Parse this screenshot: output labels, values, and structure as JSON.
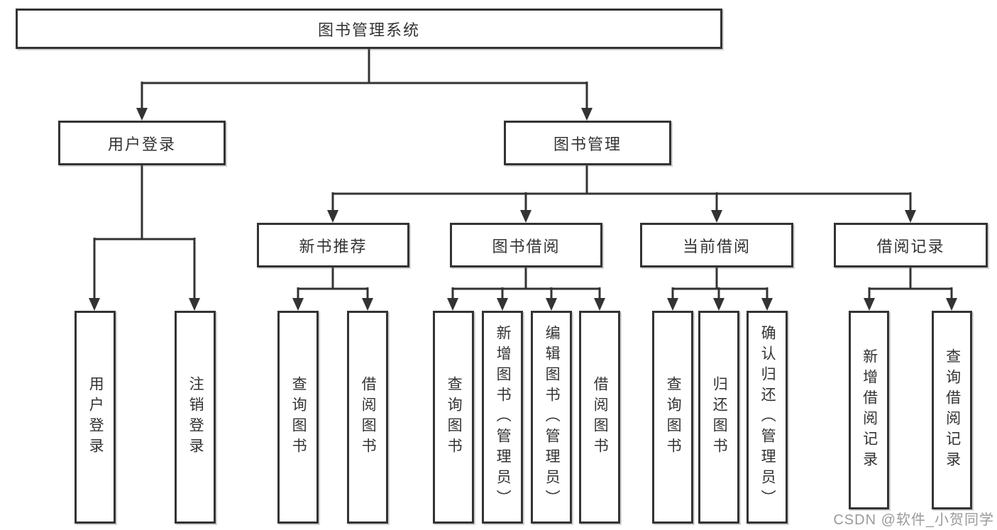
{
  "diagram": {
    "title": "图书管理系统",
    "root": {
      "label": "图书管理系统",
      "children": [
        {
          "label": "用户登录",
          "children": [
            {
              "label": "用户登录"
            },
            {
              "label": "注销登录"
            }
          ]
        },
        {
          "label": "图书管理",
          "children": [
            {
              "label": "新书推荐",
              "children": [
                {
                  "label": "查询图书"
                },
                {
                  "label": "借阅图书"
                }
              ]
            },
            {
              "label": "图书借阅",
              "children": [
                {
                  "label": "查询图书"
                },
                {
                  "label": "新增图书（管理员）"
                },
                {
                  "label": "编辑图书（管理员）"
                },
                {
                  "label": "借阅图书"
                }
              ]
            },
            {
              "label": "当前借阅",
              "children": [
                {
                  "label": "查询图书"
                },
                {
                  "label": "归还图书"
                },
                {
                  "label": "确认归还（管理员）"
                }
              ]
            },
            {
              "label": "借阅记录",
              "children": [
                {
                  "label": "新增借阅记录"
                },
                {
                  "label": "查询借阅记录"
                }
              ]
            }
          ]
        }
      ]
    }
  },
  "watermark": {
    "text": "CSDN @软件_小贺同学"
  },
  "colors": {
    "line": "#333333",
    "box_border": "#333333",
    "box_fill": "#ffffff",
    "text": "#333333",
    "watermark": "#9a9a9a",
    "background": "#ffffff"
  }
}
